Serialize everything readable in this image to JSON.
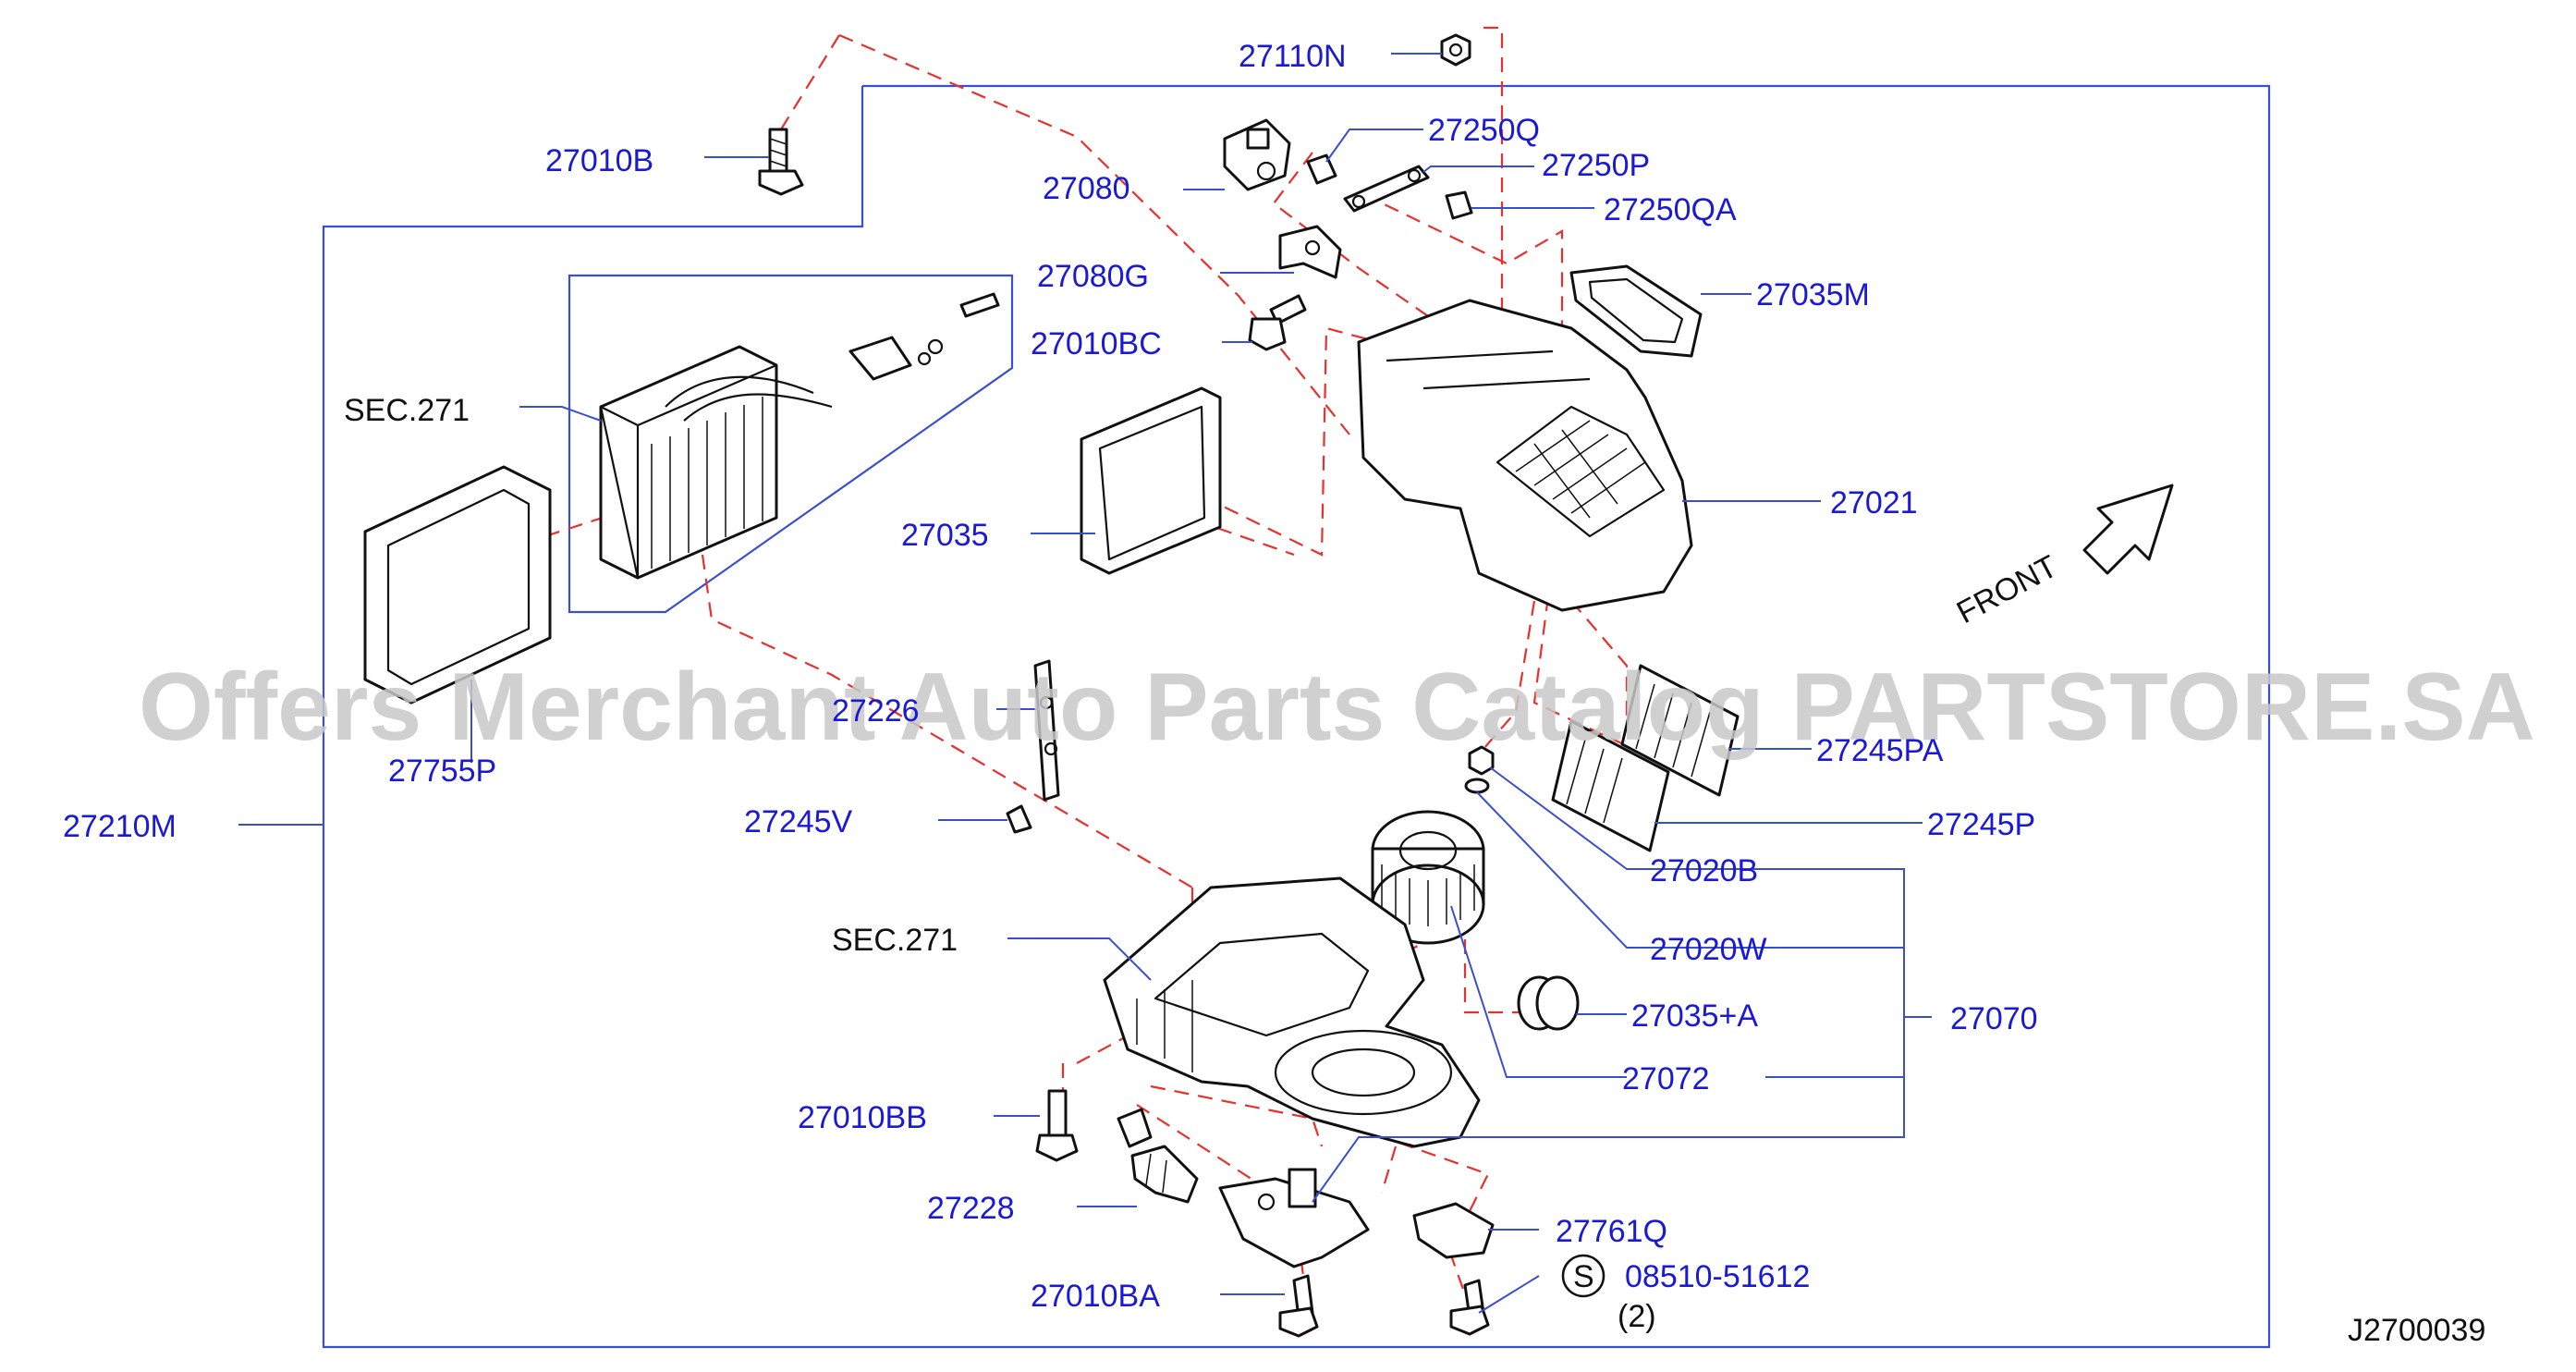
{
  "diagram": {
    "watermark": "Offers Merchant Auto Parts Catalog PARTSTORE.SA",
    "ref_code": "J2700039",
    "front_label": "FRONT",
    "part_labels": {
      "p27110N": "27110N",
      "p27010B": "27010B",
      "p27250Q": "27250Q",
      "p27080": "27080",
      "p27250P": "27250P",
      "p27250QA": "27250QA",
      "p27080G": "27080G",
      "p27035M": "27035M",
      "p27010BC": "27010BC",
      "sec271_top": "SEC.271",
      "p27021": "27021",
      "p27035": "27035",
      "p27226": "27226",
      "p27755P": "27755P",
      "p27245PA": "27245PA",
      "p27210M": "27210M",
      "p27245V": "27245V",
      "p27245P": "27245P",
      "p27020B": "27020B",
      "sec271_bottom": "SEC.271",
      "p27020W": "27020W",
      "p27035A": "27035+A",
      "p27070": "27070",
      "p27072": "27072",
      "p27010BB": "27010BB",
      "p27228": "27228",
      "p27761Q": "27761Q",
      "p0851051612": "08510-51612",
      "qty2": "(2)",
      "p27010BA": "27010BA",
      "screw_symbol": "S"
    }
  }
}
